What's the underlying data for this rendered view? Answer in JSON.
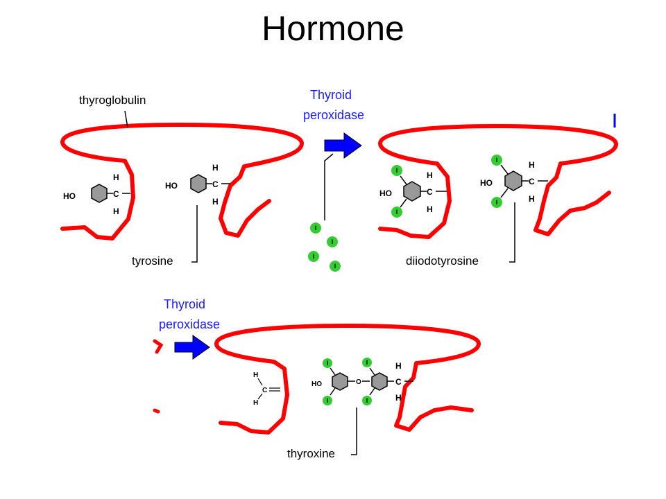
{
  "slide": {
    "title": "Hormone"
  },
  "colors": {
    "membrane": "#ff0000",
    "enzyme_text": "#1a1aff",
    "arrow": "#0000ff",
    "iodine": "#33cc33",
    "ring_fill": "#999999"
  },
  "icons": {
    "arrow": "arrow-right-icon",
    "iodine": "iodine-atom-icon",
    "ring": "benzene-ring-icon"
  },
  "diagram": {
    "labels": {
      "thyroglobulin": "thyroglobulin",
      "tyrosine": "tyrosine",
      "diiodotyrosine": "diiodotyrosine",
      "thyroxine": "thyroxine"
    },
    "enzyme": {
      "line1": "Thyroid",
      "line2": "peroxidase"
    },
    "atoms": {
      "ho": "HO",
      "c": "C",
      "h": "H",
      "o": "O",
      "i": "I"
    }
  }
}
